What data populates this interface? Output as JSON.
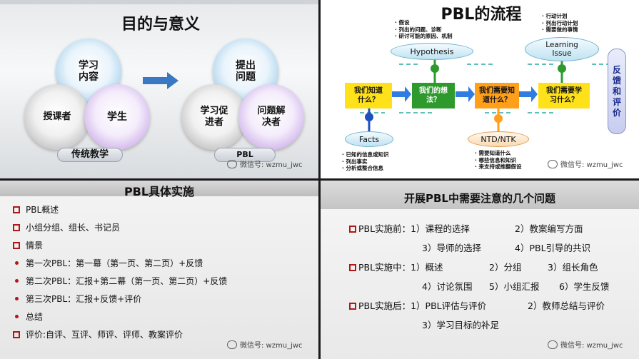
{
  "slide1": {
    "title": "目的与意义",
    "left": {
      "top": "学习\n内容",
      "left": "授课者",
      "right": "学生",
      "label": "传统教学"
    },
    "right": {
      "top": "提出\n问题",
      "left": "学习促\n进者",
      "right": "问题解\n决者",
      "label": "PBL"
    },
    "watermark": "微信号: wzmu_jwc"
  },
  "slide2": {
    "title": "PBL的流程",
    "hypothesis": "Hypothesis",
    "hypothesis_notes": "· 假设\n· 列出的问题、诊断\n· 研讨可能的原因、机制",
    "learning_issue": "Learning\nIssue",
    "learning_notes": "· 行动计划\n· 列出行动计划\n· 需要做的事情",
    "facts": "Facts",
    "facts_notes": "· 已知的信息或知识\n· 列出事实\n· 分析或整合信息",
    "ntd": "NTD/NTK",
    "ntd_notes": "· 需要知道什么\n· 哪些信息和知识\n· 来支持或推翻假设",
    "q1": "我们知道\n什么？",
    "q2": "我们的想\n法？",
    "q3": "我们需要知\n道什么？",
    "q4": "我们需要学\n习什么？",
    "side": "反\n馈\n和\n评\n价",
    "watermark": "微信号: wzmu_jwc"
  },
  "slide3": {
    "title": "PBL具体实施",
    "items": [
      {
        "kind": "box",
        "text": "PBL概述"
      },
      {
        "kind": "box",
        "text": "小组分组、组长、书记员"
      },
      {
        "kind": "box",
        "text": "情景"
      },
      {
        "kind": "dot",
        "text": "第一次PBL：第一幕（第一页、第二页）+反馈"
      },
      {
        "kind": "dot",
        "text": "第二次PBL：汇报+第二幕（第一页、第二页）+反馈"
      },
      {
        "kind": "dot",
        "text": "第三次PBL：汇报+反馈+评价"
      },
      {
        "kind": "dot",
        "text": "总结"
      },
      {
        "kind": "box",
        "text": "评价:自评、互评、师评、评师、教案评价"
      }
    ],
    "watermark": "微信号: wzmu_jwc"
  },
  "slide4": {
    "title": "开展PBL中需要注意的几个问题",
    "before_label": "PBL实施前：",
    "before_a": "1）课程的选择",
    "before_b": "2）教案编写方面",
    "before_c": "3）导师的选择",
    "before_d": "4）PBL引导的共识",
    "during_label": "PBL实施中：",
    "during_a": "1）概述",
    "during_b": "2）分组",
    "during_c": "3）组长角色",
    "during_d": "4）讨论氛围",
    "during_e": "5）小组汇报",
    "during_f": "6）学生反馈",
    "after_label": "PBL实施后：",
    "after_a": "1）PBL评估与评价",
    "after_b": "2）教师总结与评价",
    "after_c": "3）学习目标的补足",
    "watermark": "微信号: wzmu_jwc"
  },
  "colors": {
    "accent_red": "#b01818",
    "yellow": "#ffe11a",
    "green": "#2e9a2e",
    "orange": "#ff9f1a",
    "navy": "#1b2a8a"
  }
}
